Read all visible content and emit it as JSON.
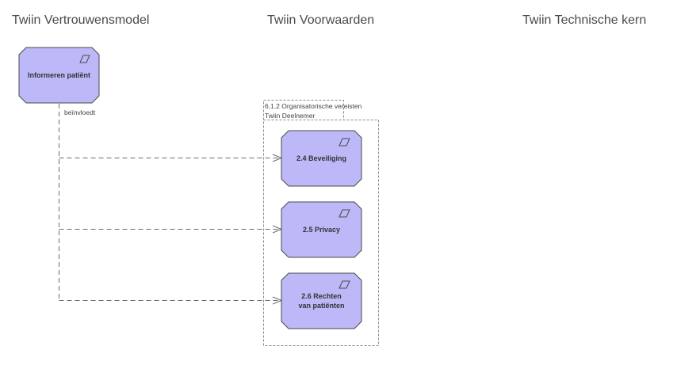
{
  "columns": {
    "left": "Twiin Vertrouwensmodel",
    "middle": "Twiin Voorwaarden",
    "right": "Twiin Technische kern"
  },
  "source_node": {
    "label": "Informeren patiënt"
  },
  "group": {
    "label_line1": "6.1.2 Organisatorische vereisten",
    "label_line2": "Twiin Deelnemer"
  },
  "edge_label": "beïnvloedt",
  "targets": [
    {
      "label": "2.4 Beveiliging"
    },
    {
      "label": "2.5 Privacy"
    },
    {
      "label": "2.6 Rechten van patiënten"
    }
  ],
  "colors": {
    "node_fill": "#bdb8f8",
    "node_border": "#4a4a4a",
    "line": "#6b6b6b"
  },
  "icons": {
    "node": "parallelogram-icon"
  }
}
